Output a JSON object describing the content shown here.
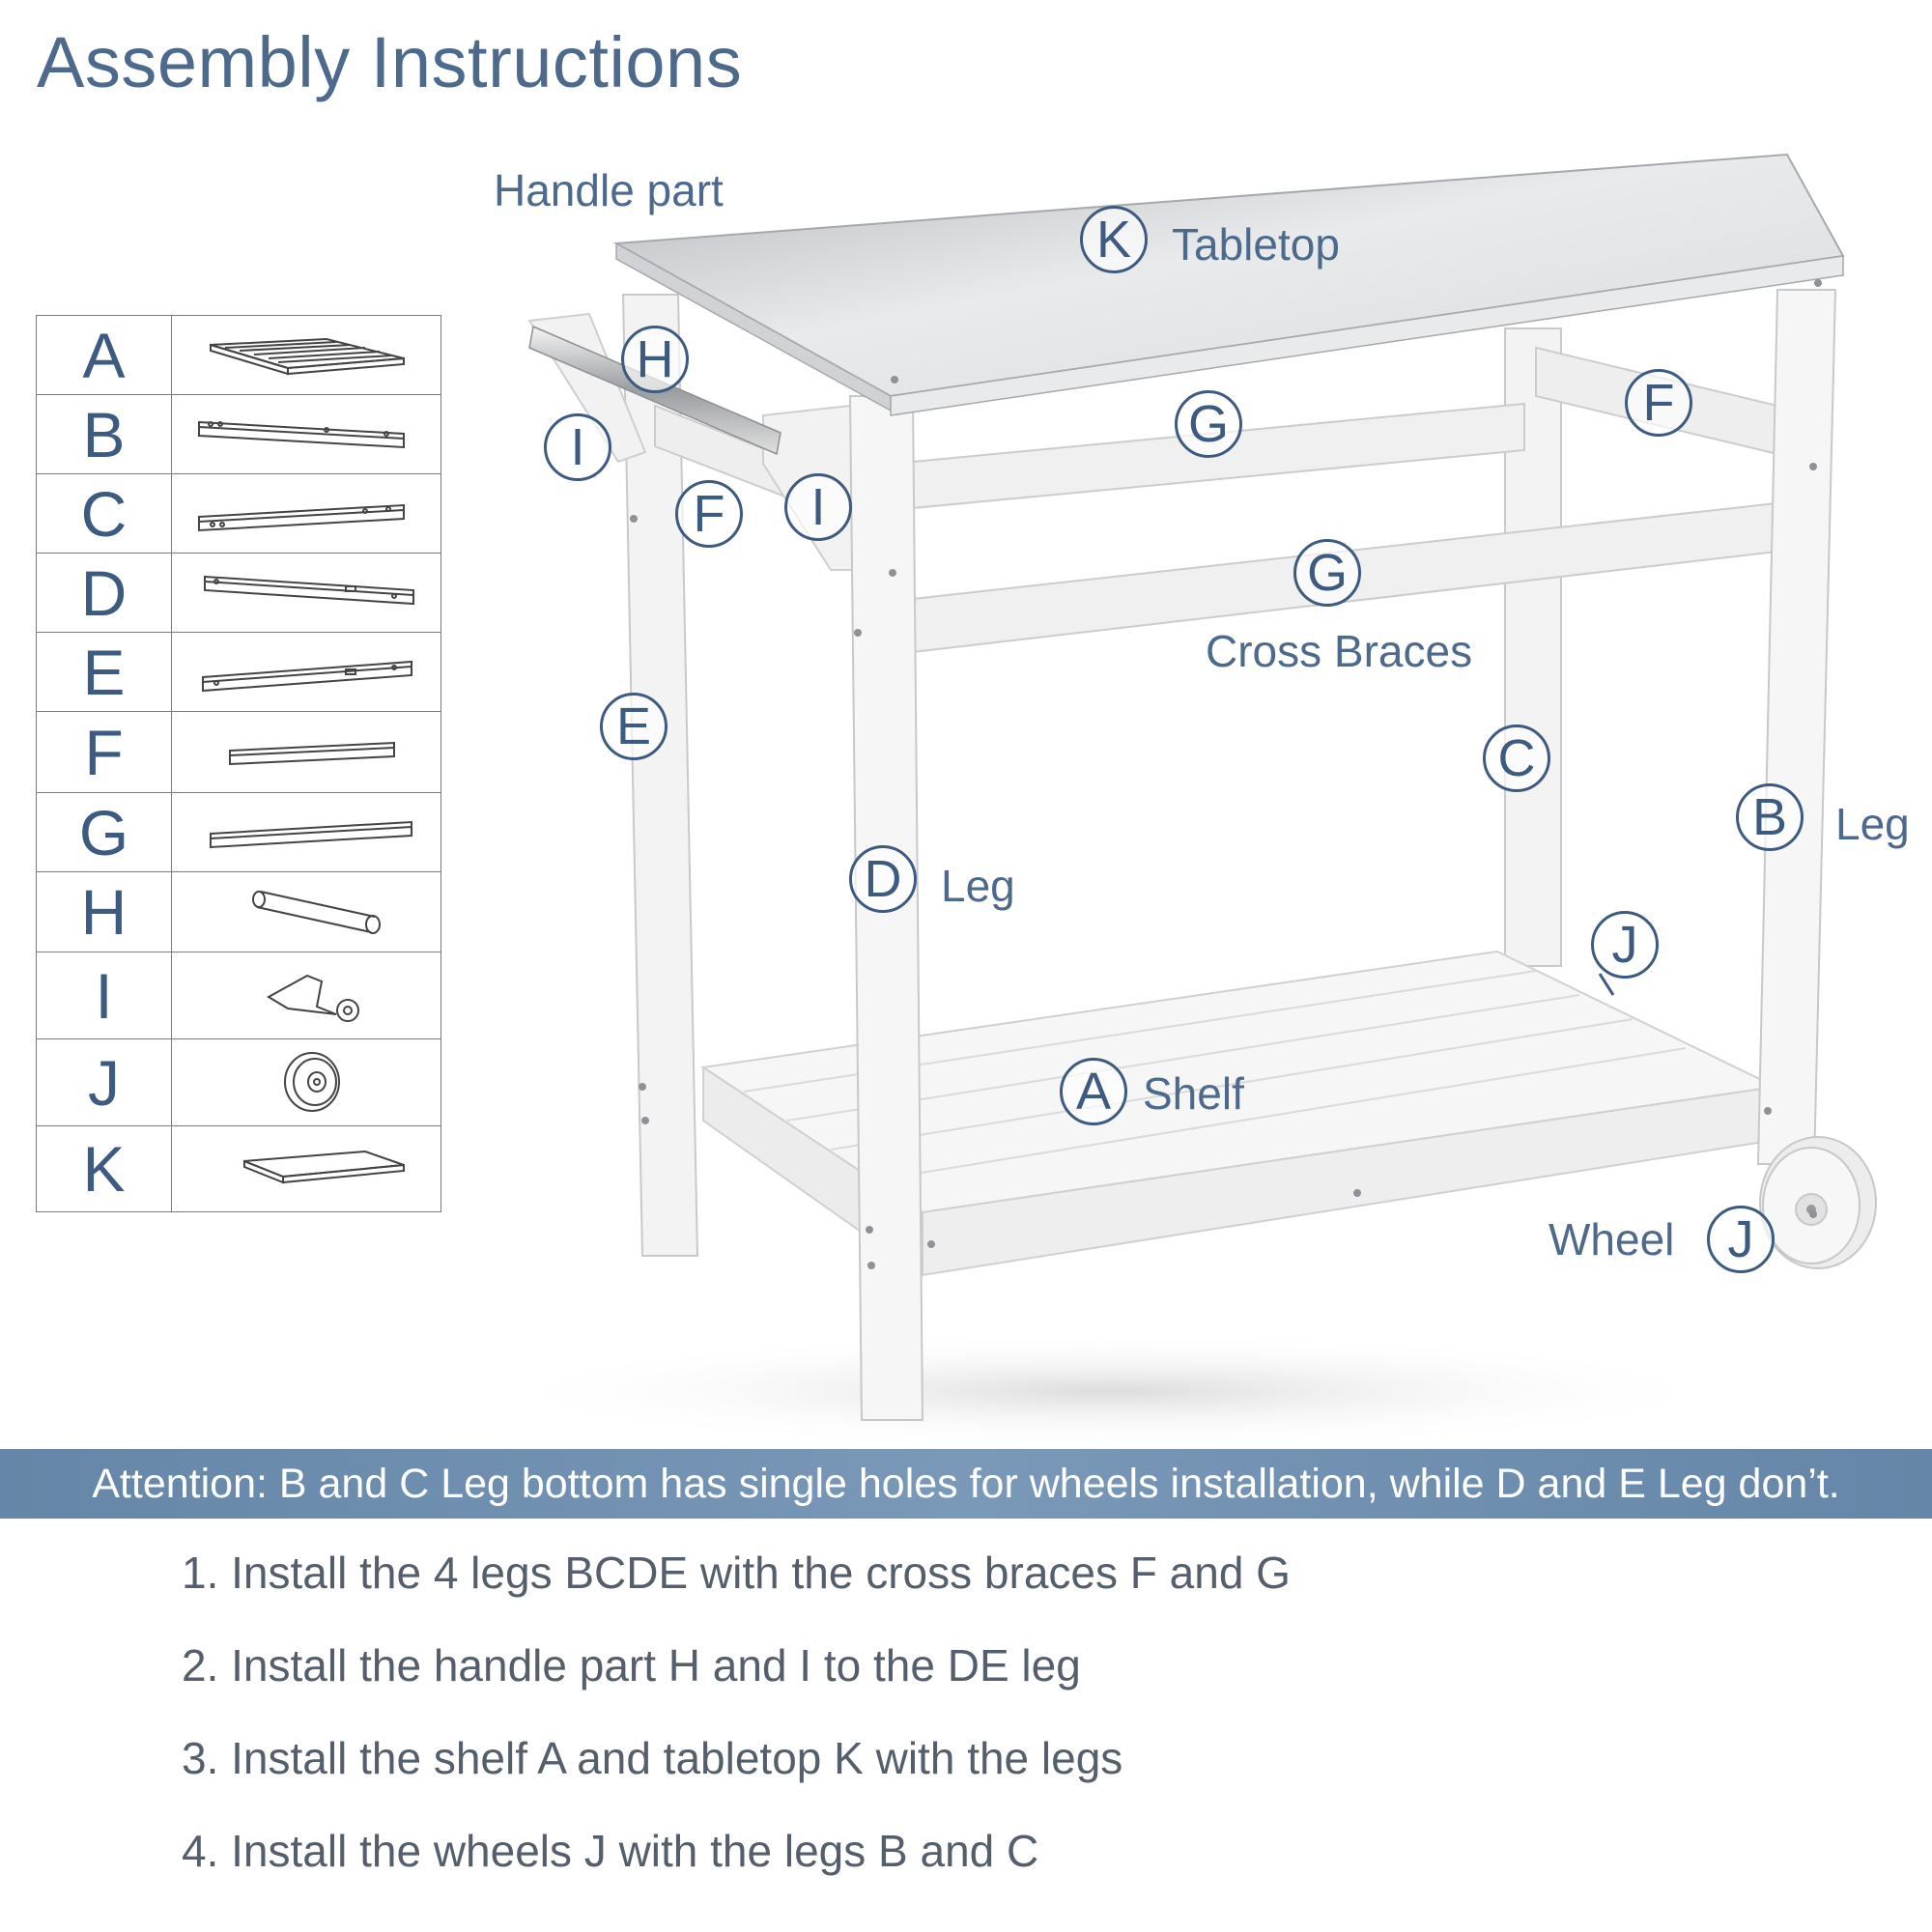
{
  "title": "Assembly Instructions",
  "parts": [
    {
      "letter": "A",
      "icon": "shelf-panel-icon"
    },
    {
      "letter": "B",
      "icon": "leg-b-icon"
    },
    {
      "letter": "C",
      "icon": "leg-c-icon"
    },
    {
      "letter": "D",
      "icon": "leg-d-icon"
    },
    {
      "letter": "E",
      "icon": "leg-e-icon"
    },
    {
      "letter": "F",
      "icon": "short-brace-icon"
    },
    {
      "letter": "G",
      "icon": "long-brace-icon"
    },
    {
      "letter": "H",
      "icon": "handle-bar-icon"
    },
    {
      "letter": "I",
      "icon": "handle-bracket-icon"
    },
    {
      "letter": "J",
      "icon": "wheel-icon"
    },
    {
      "letter": "K",
      "icon": "tabletop-icon"
    }
  ],
  "labels": {
    "handle_part": "Handle part",
    "tabletop": "Tabletop",
    "cross_braces": "Cross Braces",
    "leg_d": "Leg",
    "leg_b": "Leg",
    "shelf": "Shelf",
    "wheel": "Wheel"
  },
  "callouts": {
    "k": "K",
    "h": "H",
    "i_left": "I",
    "i_right": "I",
    "f_left": "F",
    "f_right": "F",
    "g_top": "G",
    "g_bottom": "G",
    "e": "E",
    "d": "D",
    "c": "C",
    "b": "B",
    "j_top": "J",
    "j_bottom": "J",
    "a": "A"
  },
  "attention": "Attention: B and C Leg bottom has single holes for wheels installation, while D and E Leg don’t.",
  "steps": [
    "1. Install the 4 legs BCDE with the cross braces F and G",
    "2. Install the handle part H and I to the DE leg",
    "3. Install the shelf A and tabletop K with the legs",
    "4. Install the wheels J with the legs B and C"
  ],
  "colors": {
    "accent": "#3d5a80",
    "banner": "#6f8fb0",
    "step_text": "#555f6b"
  }
}
